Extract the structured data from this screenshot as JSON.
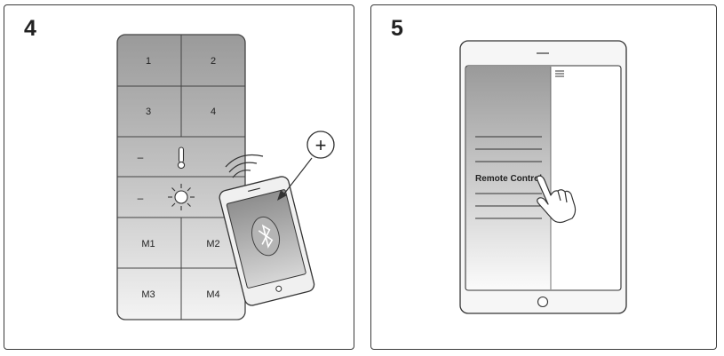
{
  "step4": {
    "number": "4",
    "remote": {
      "buttons": [
        "1",
        "2",
        "3",
        "4",
        "M1",
        "M2",
        "M3",
        "M4"
      ],
      "minus_label": "–"
    },
    "phone_plus_label": "+"
  },
  "step5": {
    "number": "5",
    "menu_item": "Remote Control"
  }
}
